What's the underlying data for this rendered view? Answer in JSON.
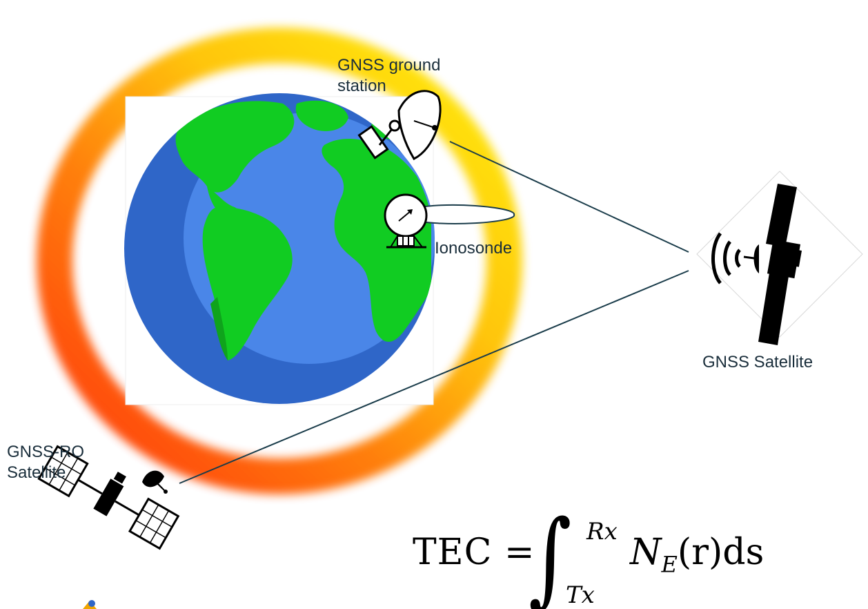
{
  "labels": {
    "ground_station": [
      "GNSS ground",
      "station"
    ],
    "ionosonde": "Ionosonde",
    "gnss_satellite": "GNSS Satellite",
    "ro_satellite": [
      "GNSS-RO",
      "Satellite"
    ]
  },
  "formula": {
    "lhs": "TEC =",
    "upper_limit": "Rx",
    "lower_limit": "Tx",
    "integrand_base": "N",
    "integrand_sub": "E",
    "integrand_rest": "(r)ds"
  },
  "colors": {
    "ocean": "#4a86e8",
    "ocean_shade": "#2f66c8",
    "land": "#11cc22",
    "land_shade": "#0fa31c",
    "ionosphere_warm": "#ff3b00",
    "ionosphere_mid": "#ff9a00",
    "ionosphere_cool": "#ffe600",
    "label_text": "#1a2e3b"
  },
  "icons": {
    "ground_station": "satellite-dish-icon",
    "ionosonde": "radar-dish-icon",
    "gnss_satellite": "satellite-icon",
    "ro_satellite": "satellite-icon"
  }
}
